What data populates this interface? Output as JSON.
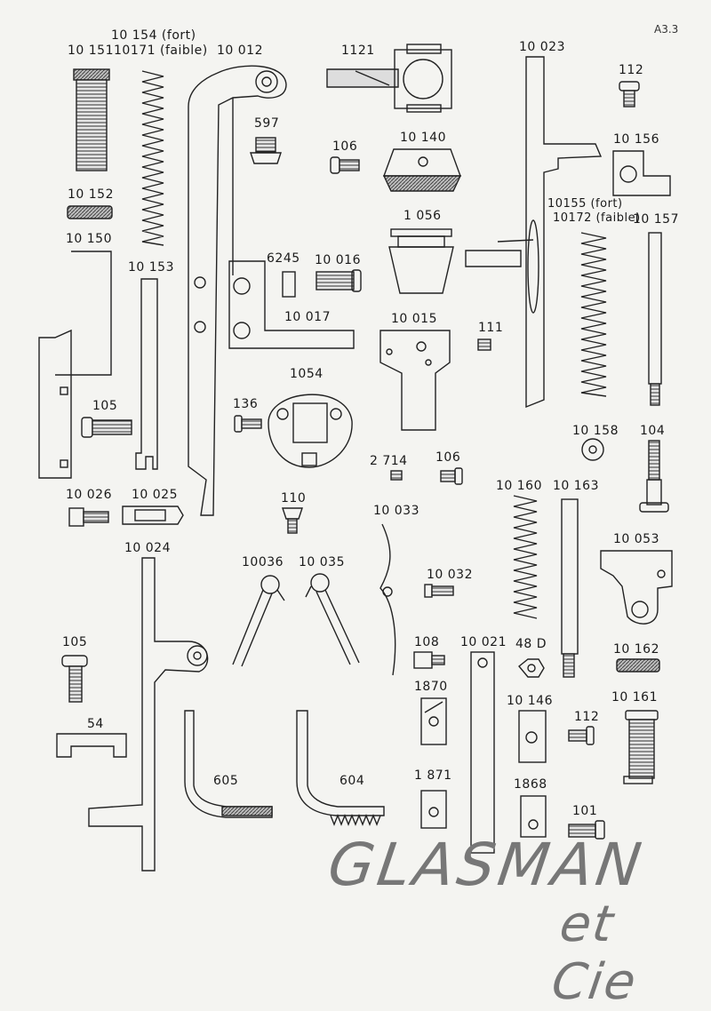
{
  "page_ref": "A3.3",
  "labels": {
    "p10151": "10 151",
    "p10154": "10 154 (fort)",
    "p10171": "10171 (faible)",
    "p10012": "10 012",
    "p1121": "1121",
    "p10023": "10 023",
    "p112a": "112",
    "p597": "597",
    "p106a": "106",
    "p10140": "10 140",
    "p10156": "10 156",
    "p10152": "10 152",
    "p10155": "10155 (fort)",
    "p10172": "10172 (faible)",
    "p10157": "10 157",
    "p1056": "1 056",
    "p10150": "10 150",
    "p10153": "10 153",
    "p6245": "6245",
    "p10016": "10 016",
    "p10017": "10 017",
    "p10015": "10 015",
    "p111": "111",
    "p1054": "1054",
    "p105a": "105",
    "p136": "136",
    "p10158": "10 158",
    "p104": "104",
    "p2714": "2 714",
    "p106b": "106",
    "p10026": "10 026",
    "p10025": "10 025",
    "p110": "110",
    "p10033": "10 033",
    "p10160": "10 160",
    "p10163": "10 163",
    "p10024": "10 024",
    "p10053": "10 053",
    "p10036": "10036",
    "p10035": "10 035",
    "p10032": "10 032",
    "p105b": "105",
    "p108": "108",
    "p10021": "10 021",
    "p48d": "48 D",
    "p10162": "10 162",
    "p1870": "1870",
    "p10146": "10 146",
    "p112b": "112",
    "p10161": "10 161",
    "p54": "54",
    "p605": "605",
    "p604": "604",
    "p1871": "1 871",
    "p1868": "1868",
    "p101": "101"
  },
  "watermark": {
    "line1": "GLASMAN",
    "line2": "et Cie"
  }
}
